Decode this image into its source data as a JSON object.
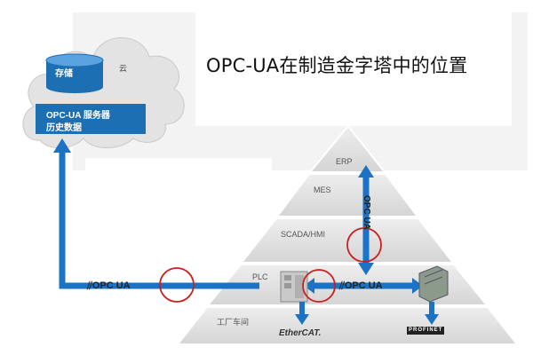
{
  "title": "OPC-UA在制造金字塔中的位置",
  "cloud": {
    "storage_label": "存储",
    "cloud_label": "云",
    "server_line1": "OPC-UA 服务器",
    "server_line2": "历史数据"
  },
  "pyramid": {
    "levels": [
      {
        "label": "ERP"
      },
      {
        "label": "MES"
      },
      {
        "label": "SCADA/HMI"
      },
      {
        "label": "PLC"
      },
      {
        "label": "工厂车间"
      }
    ]
  },
  "protocols": {
    "opcua_left": "OPC UA",
    "opcua_right": "OPC UA",
    "opcua_vertical": "OPC UA",
    "ethercat": "EtherCAT.",
    "profinet": "PROFINET"
  },
  "colors": {
    "arrow_blue": "#1a73c4",
    "box_blue": "#1c6fb3",
    "highlight_red": "#cc1f1f",
    "pyramid_band_light": "#e9e9e9",
    "pyramid_band_dark": "#d6d6d6"
  }
}
